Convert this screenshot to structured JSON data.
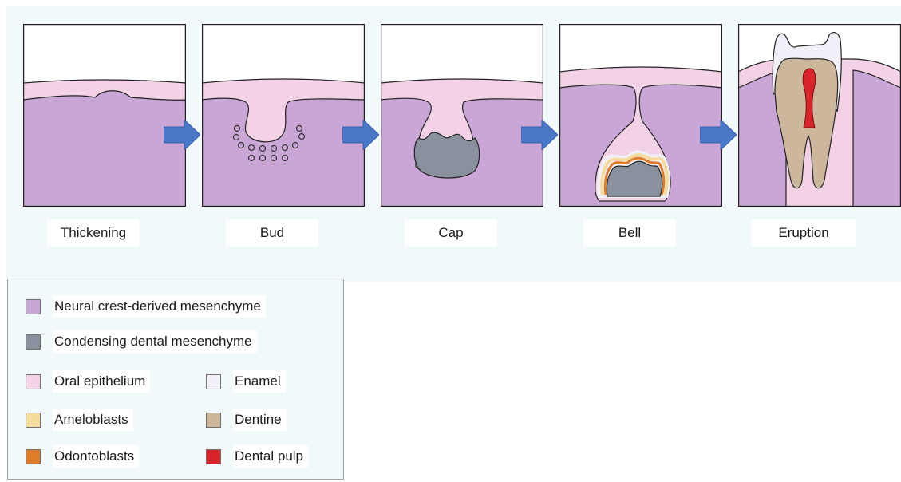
{
  "stages": [
    {
      "label": "Thickening"
    },
    {
      "label": "Bud"
    },
    {
      "label": "Cap"
    },
    {
      "label": "Bell"
    },
    {
      "label": "Eruption"
    }
  ],
  "legend": [
    {
      "label": "Neural crest-derived mesenchyme",
      "color": "#c9a6d6"
    },
    {
      "label": "Condensing dental mesenchyme",
      "color": "#8a919e"
    },
    {
      "label": "Oral epithelium",
      "color": "#f4d2e6"
    },
    {
      "label": "Enamel",
      "color": "#f1f0f9"
    },
    {
      "label": "Ameloblasts",
      "color": "#f5dc9a"
    },
    {
      "label": "Dentine",
      "color": "#cdb79c"
    },
    {
      "label": "Odontoblasts",
      "color": "#e07b2a"
    },
    {
      "label": "Dental pulp",
      "color": "#d8232a"
    }
  ],
  "colors": {
    "mesenchyme": "#c9a6d6",
    "epithelium": "#f4d2e6",
    "condensing": "#8a919e",
    "arrow": "#4a78c9",
    "background": "#f1f9fb"
  }
}
